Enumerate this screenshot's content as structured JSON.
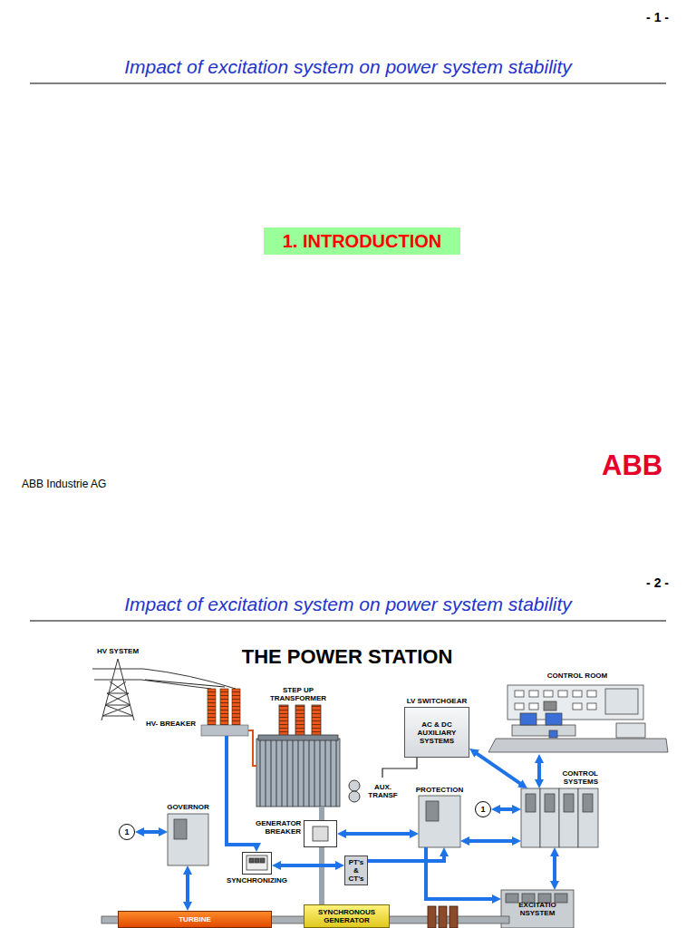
{
  "diagram": {
    "title": "THE POWER STATION",
    "nodes": [
      {
        "text": [
          "1. INTRODUCTION"
        ]
      },
      {
        "text": [
          "LV SWITCHGEAR",
          "AC & DC AUXILIARY SYSTEMS"
        ]
      },
      {
        "text": [
          "GOVERNOR"
        ]
      },
      {
        "text": [
          "PROTECTION"
        ]
      },
      {
        "text": [
          "CONTROL SYSTEMS"
        ]
      },
      {
        "text": [
          "CONTROL ROOM"
        ]
      },
      {
        "text": [
          "STEP UP TRANSFORMER"
        ]
      },
      {
        "text": [
          "GENERATOR BREAKER"
        ]
      },
      {
        "text": [
          "SYNCHRONIZING"
        ]
      },
      {
        "text": [
          "PT's & CT's"
        ]
      },
      {
        "text": [
          "TURBINE"
        ]
      },
      {
        "text": [
          "SYNCHRONOUS GENERATOR"
        ]
      },
      {
        "text": [
          "EXCITATIO NSYSTEM"
        ]
      },
      {
        "text": [
          "HV- BREAKER"
        ]
      },
      {
        "text": [
          "AUX. TRANSF"
        ]
      },
      {
        "text": [
          "HV SYSTEM"
        ]
      },
      {
        "text": [
          "1"
        ]
      },
      {
        "text": [
          "1"
        ]
      }
    ],
    "edges": [
      {
        "from": 16,
        "to": 2,
        "arrow": "both"
      },
      {
        "from": 2,
        "to": 10,
        "arrow": "both"
      },
      {
        "from": 15,
        "to": 13,
        "arrow": "none"
      },
      {
        "from": 13,
        "to": 6,
        "arrow": "none"
      },
      {
        "from": 13,
        "to": 8,
        "arrow": "to"
      },
      {
        "from": 6,
        "to": 7,
        "arrow": "none"
      },
      {
        "from": 7,
        "to": 11,
        "arrow": "none"
      },
      {
        "from": 9,
        "to": 8,
        "arrow": "both"
      },
      {
        "from": 7,
        "to": 3,
        "arrow": "both"
      },
      {
        "from": 9,
        "to": 3,
        "arrow": "to"
      },
      {
        "from": 1,
        "to": 14,
        "arrow": "none"
      },
      {
        "from": 1,
        "to": 4,
        "arrow": "both"
      },
      {
        "from": 17,
        "to": 4,
        "arrow": "both"
      },
      {
        "from": 3,
        "to": 4,
        "arrow": "both"
      },
      {
        "from": 4,
        "to": 5,
        "arrow": "both"
      },
      {
        "from": 4,
        "to": 12,
        "arrow": "both"
      },
      {
        "from": 3,
        "to": 12,
        "arrow": "to"
      }
    ],
    "labels": [
      "- 1 -",
      "Impact of excitation system on power system stability",
      "ABB Industrie AG",
      "ABB",
      "- 2 -",
      "Impact of excitation system on power system stability"
    ]
  }
}
